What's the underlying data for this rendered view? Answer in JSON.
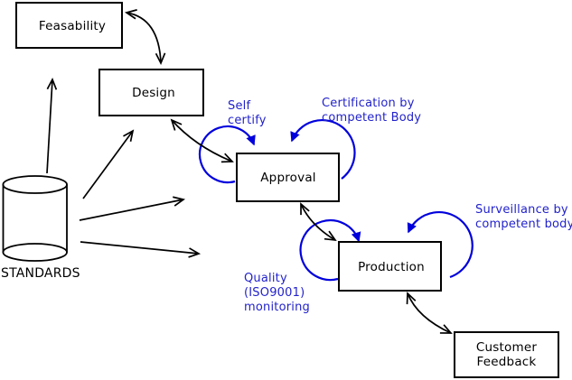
{
  "diagram_title": "Product lifecycle with standards and conformity assessment",
  "colors": {
    "line_black": "#000000",
    "loop_blue": "#0000dd",
    "text_blue": "#2222cc",
    "background": "#ffffff",
    "box_fill": "#ffffff"
  },
  "nodes": {
    "feasability": {
      "label": "Feasability"
    },
    "design": {
      "label": "Design"
    },
    "approval": {
      "label": "Approval"
    },
    "production": {
      "label": "Production"
    },
    "customer_feedback": {
      "line1": "Customer",
      "line2": "Feedback"
    }
  },
  "datastore": {
    "label": "STANDARDS"
  },
  "annotations": {
    "self_certify": {
      "lines": [
        "Self",
        "certify"
      ]
    },
    "certification": {
      "lines": [
        "Certification by",
        "competent Body"
      ]
    },
    "surveillance": {
      "lines": [
        "Surveillance by",
        "competent body"
      ]
    },
    "quality": {
      "lines": [
        "Quality",
        "(ISO9001)",
        "monitoring"
      ]
    }
  },
  "edges": [
    {
      "from": "STANDARDS",
      "to": "Feasability",
      "type": "one-way-arrow"
    },
    {
      "from": "STANDARDS",
      "to": "Design",
      "type": "one-way-arrow"
    },
    {
      "from": "STANDARDS",
      "to": "Approval",
      "type": "one-way-arrow"
    },
    {
      "from": "STANDARDS",
      "to": "Production",
      "type": "one-way-arrow"
    },
    {
      "from": "Feasability",
      "to": "Design",
      "type": "two-way-arrow"
    },
    {
      "from": "Design",
      "to": "Approval",
      "type": "two-way-arrow"
    },
    {
      "from": "Approval",
      "to": "Production",
      "type": "two-way-arrow"
    },
    {
      "from": "Production",
      "to": "Customer Feedback",
      "type": "two-way-arrow"
    },
    {
      "node": "Approval",
      "type": "self-loop",
      "label": "Self certify"
    },
    {
      "node": "Approval",
      "type": "self-loop",
      "label": "Certification by competent Body"
    },
    {
      "node": "Production",
      "type": "self-loop",
      "label": "Quality (ISO9001) monitoring"
    },
    {
      "node": "Production",
      "type": "self-loop",
      "label": "Surveillance by competent body"
    }
  ]
}
